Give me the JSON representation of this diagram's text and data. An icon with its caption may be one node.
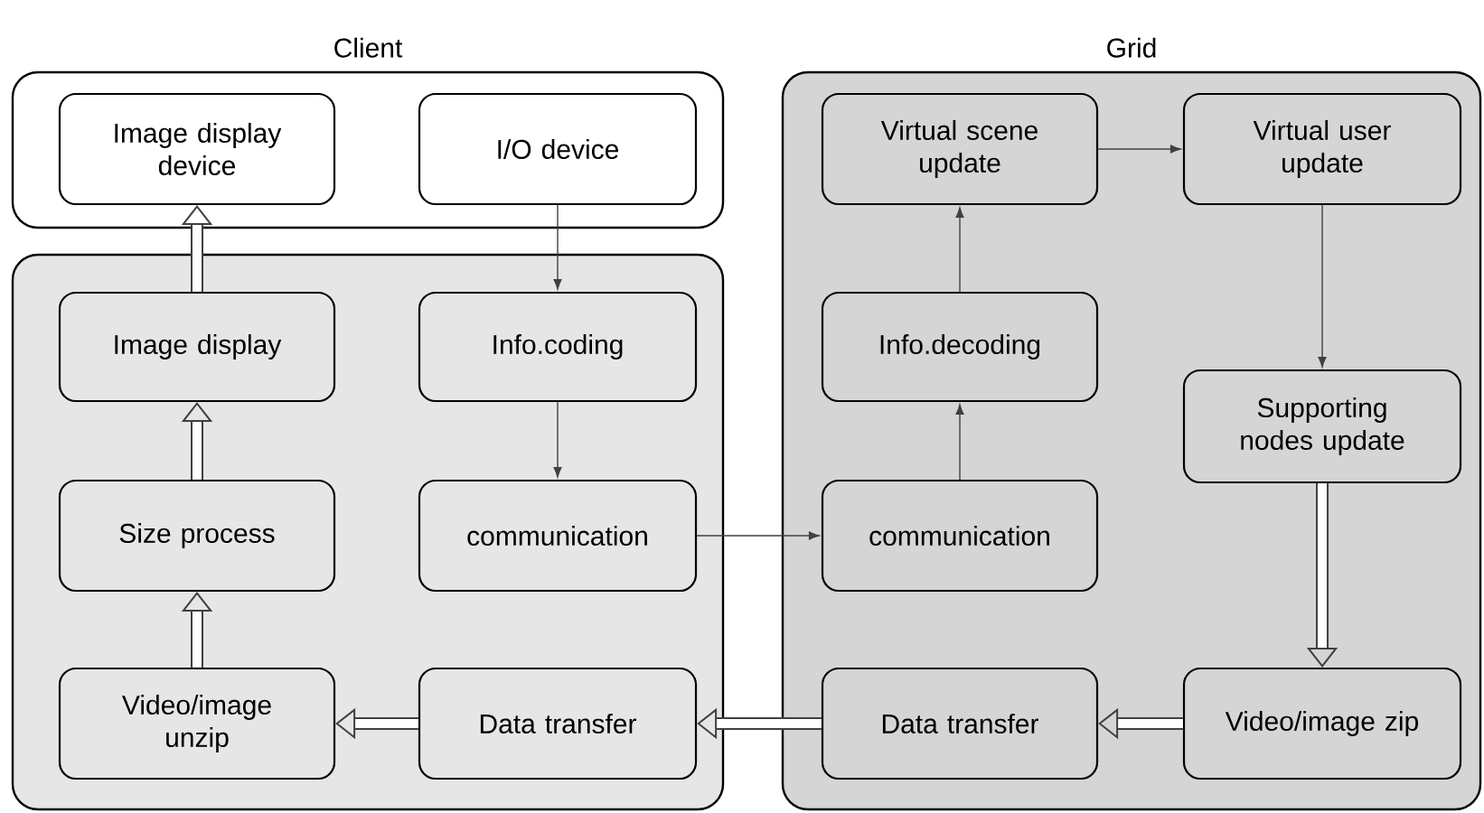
{
  "diagram": {
    "nodes": [
      {
        "text": [
          "Client"
        ]
      },
      {
        "text": [
          "Image display device"
        ],
        "in": 0
      },
      {
        "text": [
          "I/O device"
        ],
        "in": 0
      },
      {
        "text": [],
        "shape": "box"
      },
      {
        "text": [
          "Image display"
        ],
        "in": 3
      },
      {
        "text": [
          "Info.coding"
        ],
        "in": 3
      },
      {
        "text": [
          "Size process"
        ],
        "in": 3
      },
      {
        "text": [
          "communication"
        ],
        "in": 3
      },
      {
        "text": [
          "Video/image unzip"
        ],
        "in": 3
      },
      {
        "text": [
          "Data transfer"
        ],
        "in": 3
      },
      {
        "text": [
          "Grid"
        ]
      },
      {
        "text": [
          "Virtual scene update"
        ],
        "in": 10
      },
      {
        "text": [
          "Virtual user update"
        ],
        "in": 10
      },
      {
        "text": [
          "Info.decoding"
        ],
        "in": 10
      },
      {
        "text": [
          "Supporting nodes update"
        ],
        "in": 10
      },
      {
        "text": [
          "communication"
        ],
        "in": 10
      },
      {
        "text": [
          "Data transfer"
        ],
        "in": 10
      },
      {
        "text": [
          "Video/image zip"
        ],
        "in": 10
      }
    ],
    "edges": [
      {
        "from": 2,
        "to": 5,
        "arrow": "to"
      },
      {
        "from": 5,
        "to": 7,
        "arrow": "to"
      },
      {
        "from": 7,
        "to": 15,
        "arrow": "to"
      },
      {
        "from": 15,
        "to": 13,
        "arrow": "to"
      },
      {
        "from": 13,
        "to": 11,
        "arrow": "to"
      },
      {
        "from": 11,
        "to": 12,
        "arrow": "to"
      },
      {
        "from": 12,
        "to": 14,
        "arrow": "to"
      },
      {
        "from": 14,
        "to": 17,
        "arrow": "to",
        "style": "thick"
      },
      {
        "from": 17,
        "to": 16,
        "arrow": "to",
        "style": "thick"
      },
      {
        "from": 16,
        "to": 9,
        "arrow": "to",
        "style": "thick"
      },
      {
        "from": 9,
        "to": 8,
        "arrow": "to",
        "style": "thick"
      },
      {
        "from": 8,
        "to": 6,
        "arrow": "to",
        "style": "thick"
      },
      {
        "from": 6,
        "to": 4,
        "arrow": "to",
        "style": "thick"
      },
      {
        "from": 4,
        "to": 1,
        "arrow": "to",
        "style": "thick"
      }
    ]
  }
}
